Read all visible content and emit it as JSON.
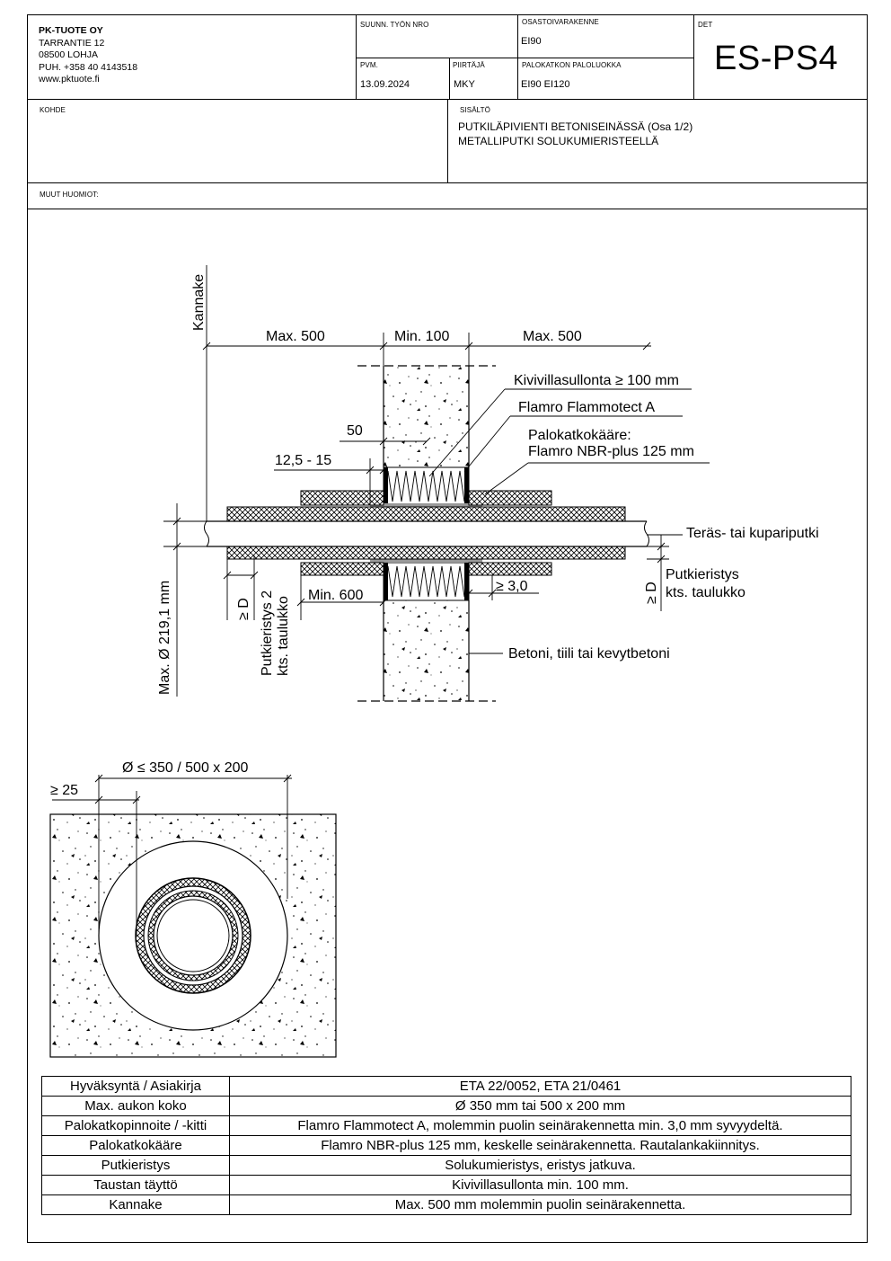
{
  "header": {
    "company": {
      "name": "PK-TUOTE OY",
      "street": "TARRANTIE 12",
      "postal": "08500 LOHJA",
      "phone": "PUH. +358 40 4143518",
      "web": "www.pktuote.fi"
    },
    "work_number_label": "SUUNN. TYÖN NRO",
    "structure_label": "OSASTOIVARAKENNE",
    "structure_value": "EI90",
    "det_label": "DET",
    "det_code": "ES-PS4",
    "date_label": "PVM.",
    "date_value": "13.09.2024",
    "drawer_label": "PIIRTÄJÄ",
    "drawer_value": "MKY",
    "fire_class_label": "PALOKATKON PALOLUOKKA",
    "fire_class_value": "EI90 EI120",
    "target_label": "KOHDE",
    "content_label": "SISÄLTÖ",
    "content_line1": "PUTKILÄPIVIENTI BETONISEINÄSSÄ (Osa 1/2)",
    "content_line2": "METALLIPUTKI SOLUKUMIERISTEELLÄ",
    "notes_label": "MUUT HUOMIOT:"
  },
  "drawing": {
    "kannake": "Kannake",
    "max500_left": "Max. 500",
    "min100": "Min. 100",
    "max500_right": "Max. 500",
    "mineral_wool": "Kivivillasullonta ≥ 100 mm",
    "coating": "Flamro Flammotect A",
    "collar_line1": "Palokatkokääre:",
    "collar_line2": "Flamro NBR-plus 125 mm",
    "dim50": "50",
    "dim125": "12,5 - 15",
    "pipe": "Teräs- tai kupariputki",
    "insulation_line1": "Putkieristys",
    "insulation_line2": "kts. taulukko",
    "ge_d_right": "≥ D",
    "ge3": "≥ 3,0",
    "min600": "Min. 600",
    "ge_d_left": "≥ D",
    "insulation2_line1": "Putkieristys 2",
    "insulation2_line2": "kts. taulukko",
    "max_diameter": "Max. Ø 219,1 mm",
    "wall": "Betoni, tiili tai kevytbetoni",
    "opening": "Ø ≤ 350 / 500 x 200",
    "ge25": "≥ 25"
  },
  "spec_table": [
    {
      "key": "Hyväksyntä / Asiakirja",
      "value": "ETA 22/0052, ETA 21/0461"
    },
    {
      "key": "Max. aukon koko",
      "value": "Ø 350 mm tai 500 x 200 mm"
    },
    {
      "key": "Palokatkopinnoite / -kitti",
      "value": "Flamro Flammotect A, molemmin puolin seinärakennetta min. 3,0 mm syvyydeltä."
    },
    {
      "key": "Palokatkokääre",
      "value": "Flamro NBR-plus 125 mm, keskelle seinärakennetta. Rautalankakiinnitys."
    },
    {
      "key": "Putkieristys",
      "value": "Solukumieristys, eristys jatkuva."
    },
    {
      "key": "Taustan täyttö",
      "value": "Kivivillasullonta min. 100 mm."
    },
    {
      "key": "Kannake",
      "value": "Max. 500 mm molemmin puolin seinärakennetta."
    }
  ]
}
